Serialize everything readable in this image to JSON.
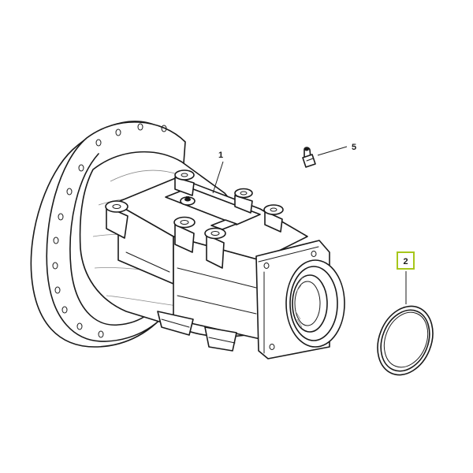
{
  "callouts": [
    {
      "id": "1",
      "label": "1",
      "highlighted": false
    },
    {
      "id": "2",
      "label": "2",
      "highlighted": true
    },
    {
      "id": "5",
      "label": "5",
      "highlighted": false
    }
  ],
  "highlight_color": "#a6c61a",
  "line_color": "#1a1a1a"
}
